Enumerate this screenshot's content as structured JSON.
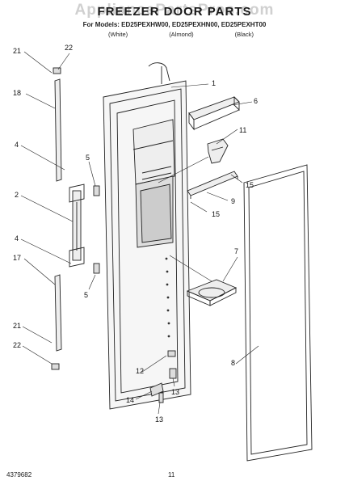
{
  "header": {
    "watermark": "AppliancePartsPros.com",
    "title": "FREEZER DOOR PARTS",
    "subtitle": "For Models: ED25PEXHW00, ED25PEXHN00, ED25PEXHT00",
    "variants": [
      "(White)",
      "(Almond)",
      "(Black)"
    ]
  },
  "callouts": [
    "21",
    "22",
    "18",
    "4",
    "5",
    "2",
    "4",
    "17",
    "5",
    "21",
    "22",
    "1",
    "6",
    "11",
    "15",
    "9",
    "15",
    "7",
    "8",
    "12",
    "14",
    "13",
    "13"
  ],
  "footer": {
    "doc_number": "4379682",
    "page_number": "11"
  }
}
